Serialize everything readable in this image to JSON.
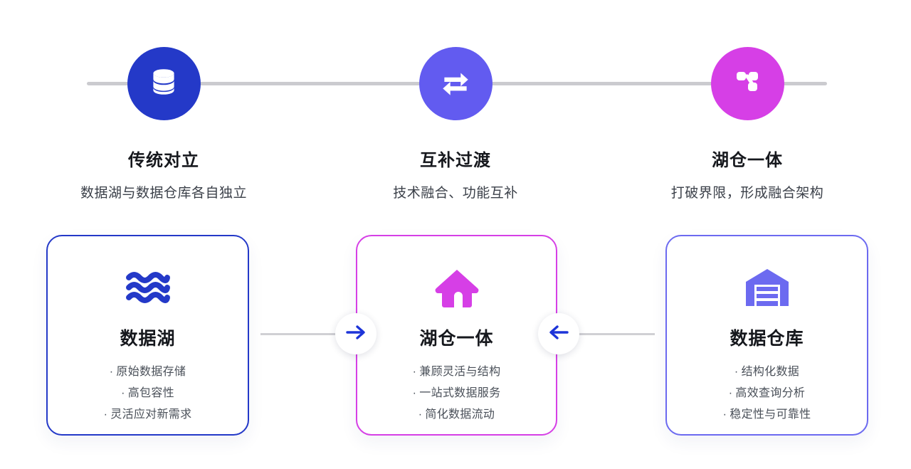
{
  "timeline": {
    "line_color": "#cbcbcf",
    "steps": [
      {
        "icon": "database-icon",
        "color": "#2439c8",
        "title": "传统对立",
        "subtitle": "数据湖与数据仓库各自独立"
      },
      {
        "icon": "exchange-arrows-icon",
        "color": "#625bf0",
        "title": "互补过渡",
        "subtitle": "技术融合、功能互补"
      },
      {
        "icon": "share-nodes-icon",
        "color": "#d63fe6",
        "title": "湖仓一体",
        "subtitle": "打破界限，形成融合架构"
      }
    ]
  },
  "cards": [
    {
      "icon": "waves-icon",
      "accent": "#2439c8",
      "title": "数据湖",
      "bullets": [
        "原始数据存储",
        "高包容性",
        "灵活应对新需求"
      ]
    },
    {
      "icon": "house-icon",
      "accent": "#d63fe6",
      "title": "湖仓一体",
      "bullets": [
        "兼顾灵活与结构",
        "一站式数据服务",
        "简化数据流动"
      ]
    },
    {
      "icon": "warehouse-icon",
      "accent": "#6c6af0",
      "title": "数据仓库",
      "bullets": [
        "结构化数据",
        "高效查询分析",
        "稳定性与可靠性"
      ]
    }
  ],
  "connectors": [
    {
      "icon": "arrow-right-icon",
      "direction": "right",
      "color": "#1d34d8"
    },
    {
      "icon": "arrow-left-icon",
      "direction": "left",
      "color": "#1d34d8"
    }
  ]
}
